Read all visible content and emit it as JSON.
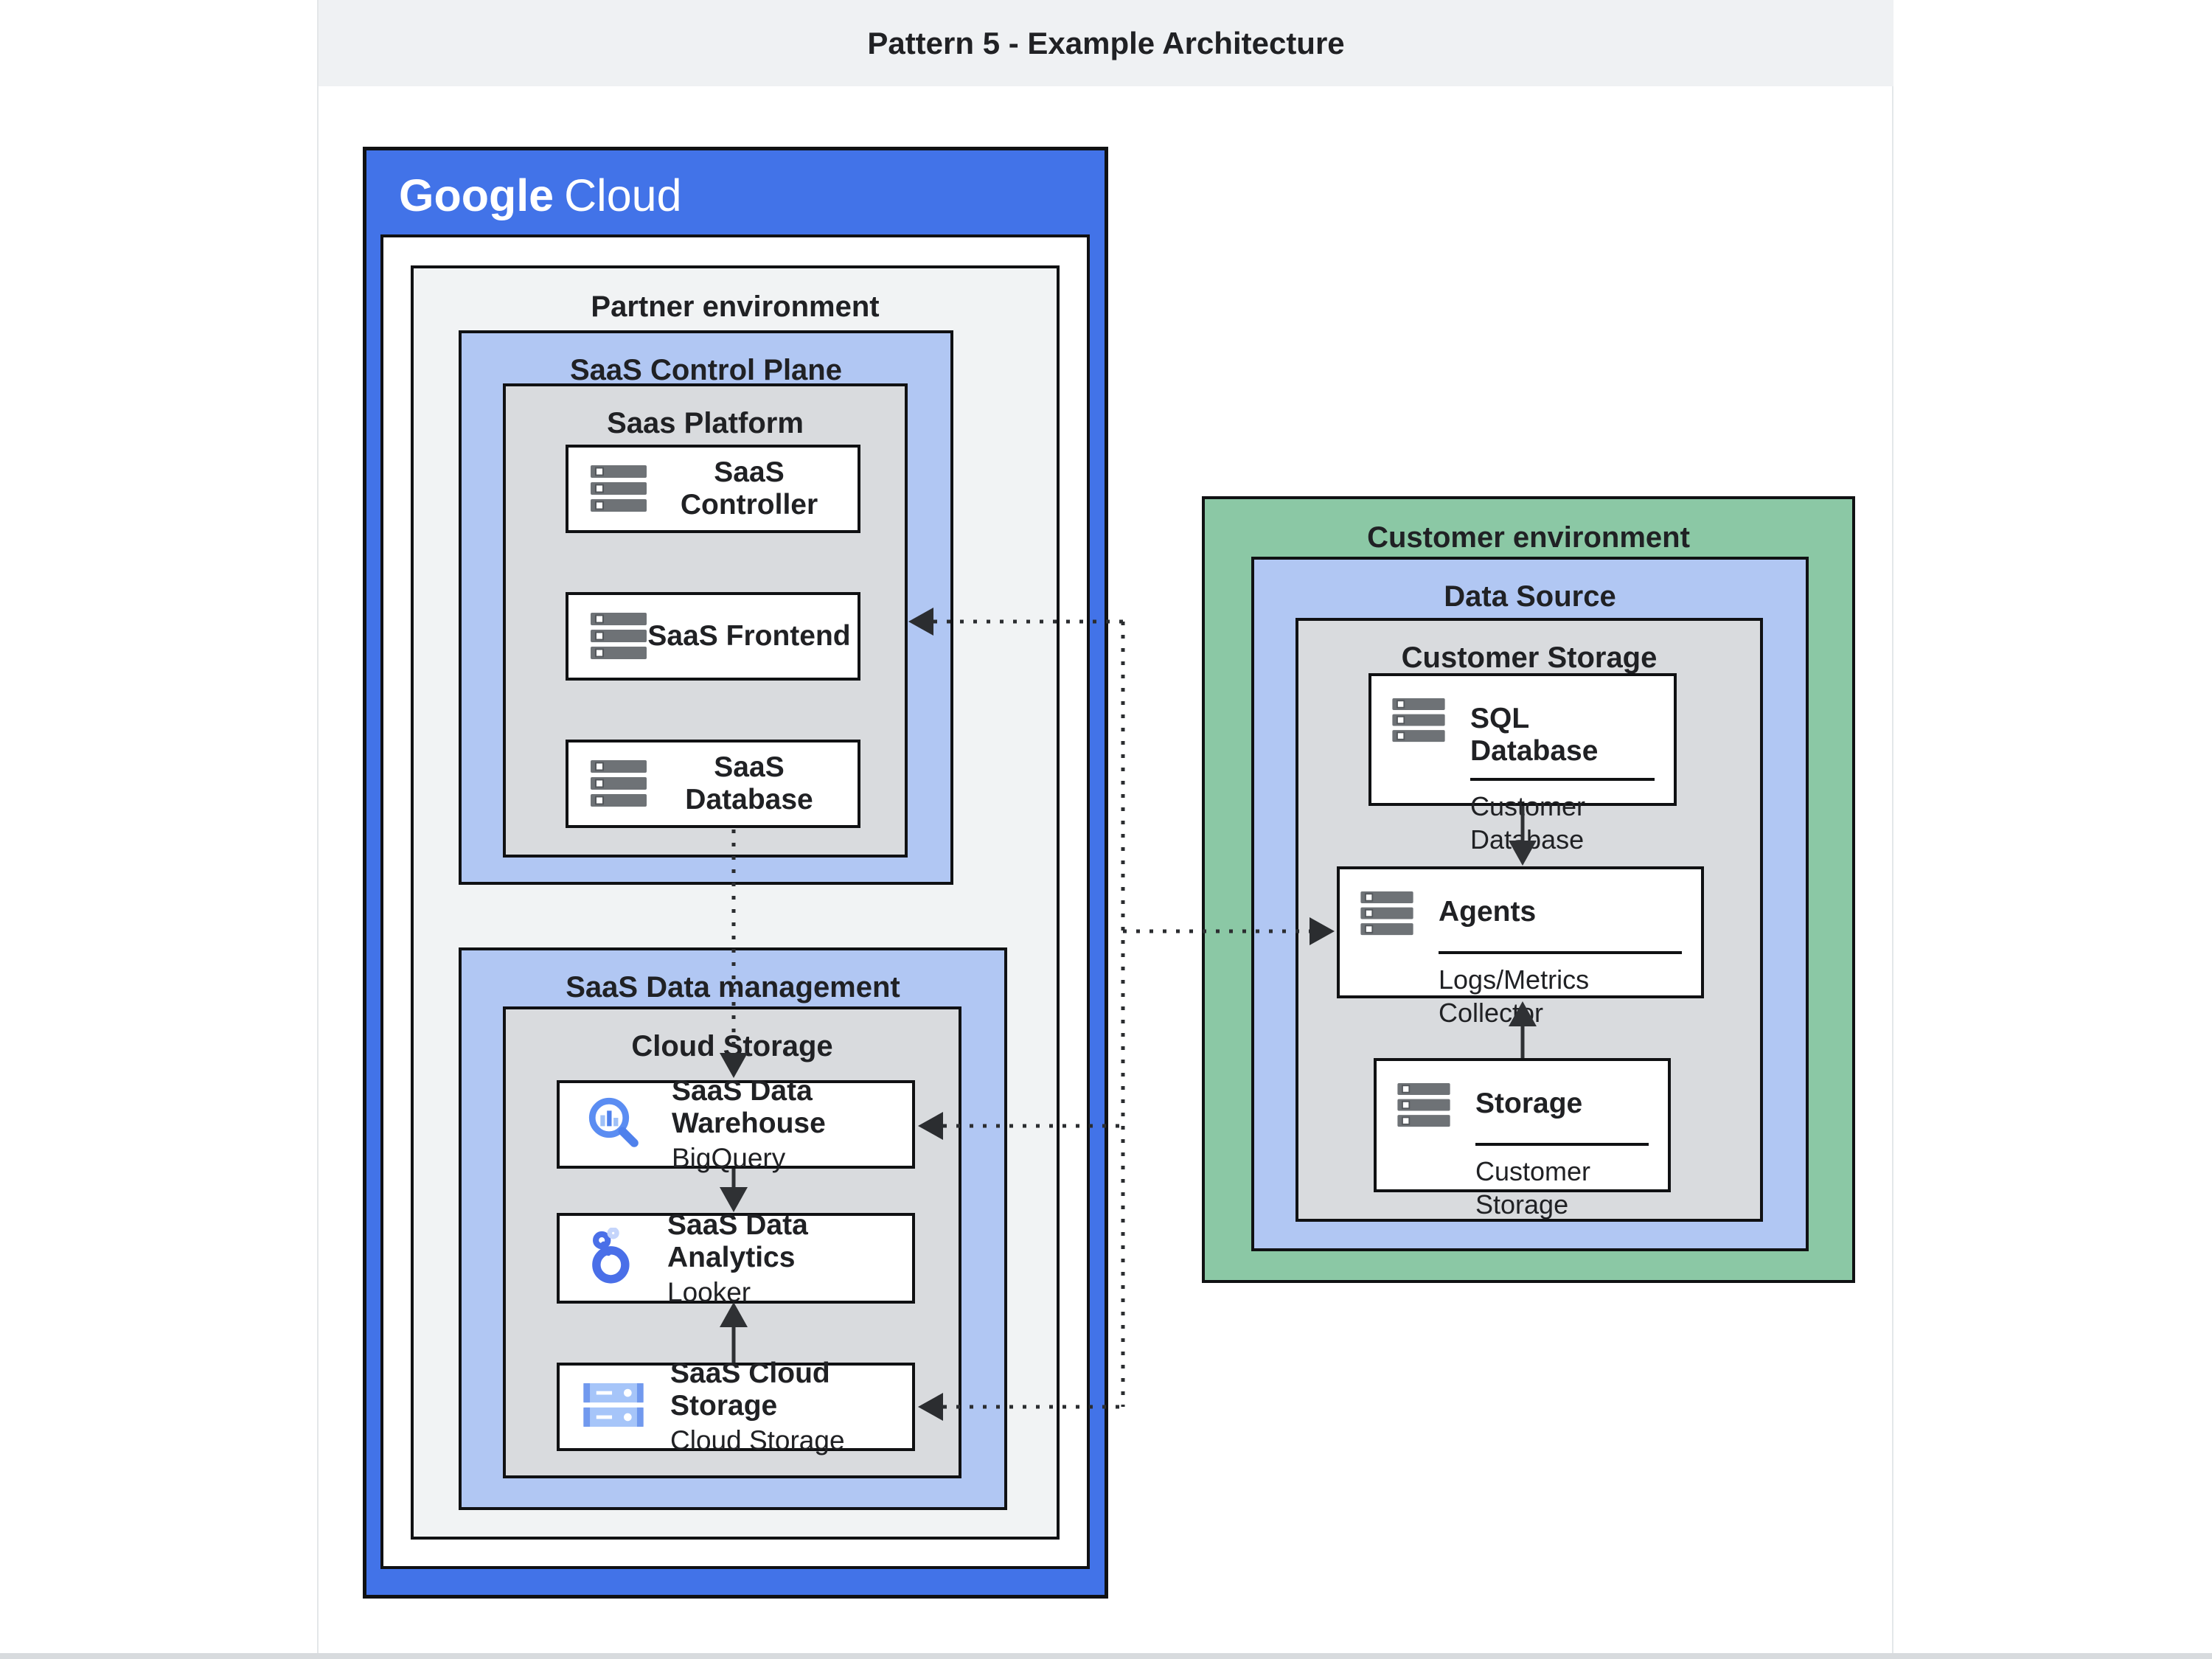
{
  "header": {
    "title": "Pattern 5 - Example Architecture"
  },
  "brand": {
    "google": "Google",
    "cloud": "Cloud"
  },
  "partner_env": {
    "label": "Partner environment"
  },
  "saas_control_plane": {
    "label": "SaaS Control Plane"
  },
  "saas_platform": {
    "label": "Saas Platform",
    "items": [
      {
        "title": "SaaS Controller",
        "icon": "server-icon"
      },
      {
        "title": "SaaS Frontend",
        "icon": "server-icon"
      },
      {
        "title": "SaaS Database",
        "icon": "server-icon"
      }
    ]
  },
  "saas_data_management": {
    "label": "SaaS Data management"
  },
  "cloud_storage_group": {
    "label": "Cloud Storage",
    "items": [
      {
        "title": "SaaS Data Warehouse",
        "subtitle": "BigQuery",
        "icon": "bigquery-icon"
      },
      {
        "title": "SaaS Data Analytics",
        "subtitle": "Looker",
        "icon": "looker-icon"
      },
      {
        "title": "SaaS Cloud Storage",
        "subtitle": "Cloud Storage",
        "icon": "cloud-storage-icon"
      }
    ]
  },
  "customer_env": {
    "label": "Customer environment"
  },
  "data_source": {
    "label": "Data Source"
  },
  "customer_storage_group": {
    "label": "Customer Storage",
    "items": [
      {
        "title": "SQL Database",
        "subtitle": "Customer Database",
        "icon": "server-icon"
      },
      {
        "title": "Agents",
        "subtitle": "Logs/Metrics Collector",
        "icon": "server-icon"
      },
      {
        "title": "Storage",
        "subtitle": "Customer Storage",
        "icon": "server-icon"
      }
    ]
  },
  "connections": [
    {
      "from": "SaaS Database",
      "to": "SaaS Data Warehouse",
      "style": "dotted-arrow"
    },
    {
      "from": "SaaS Data Warehouse",
      "to": "SaaS Data Analytics",
      "style": "solid-arrow"
    },
    {
      "from": "SaaS Cloud Storage",
      "to": "SaaS Data Analytics",
      "style": "solid-arrow"
    },
    {
      "from": "SQL Database",
      "to": "Agents",
      "style": "solid-arrow"
    },
    {
      "from": "Storage",
      "to": "Agents",
      "style": "solid-arrow"
    },
    {
      "from": "Agents trunk",
      "to": "SaaS Control Plane",
      "style": "dotted-arrow"
    },
    {
      "from": "trunk",
      "to": "Agents",
      "style": "dotted-arrow"
    },
    {
      "from": "trunk",
      "to": "SaaS Data Warehouse",
      "style": "dotted-arrow"
    },
    {
      "from": "trunk",
      "to": "SaaS Cloud Storage",
      "style": "dotted-arrow"
    }
  ],
  "colors": {
    "google_blue": "#4273e8",
    "light_blue": "#b1c7f3",
    "green": "#8bc8a5",
    "gray_band": "#d9dbde",
    "partner_gray": "#f1f3f4",
    "titlebar": "#eff1f3",
    "text": "#202124",
    "border": "#101113"
  },
  "icons": [
    "server-icon",
    "bigquery-icon",
    "looker-icon",
    "cloud-storage-icon"
  ]
}
